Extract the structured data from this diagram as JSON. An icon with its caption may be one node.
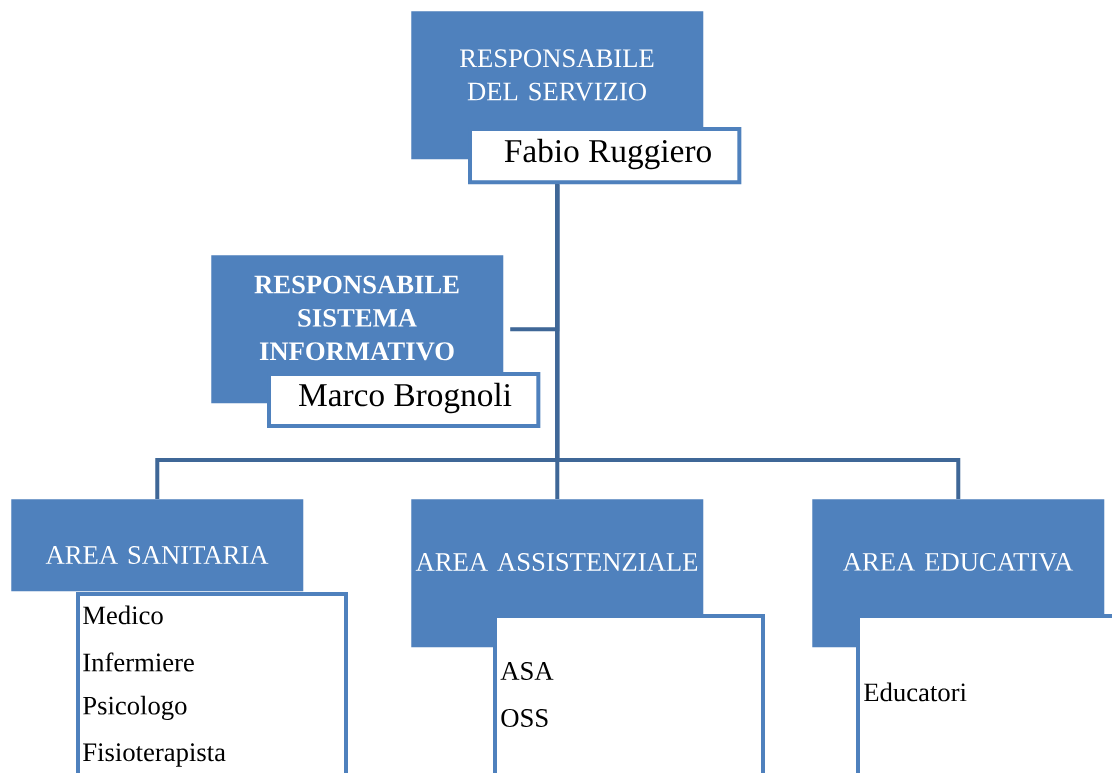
{
  "diagram": {
    "nodes": [
      {
        "text": [
          "RESPONSABILE DEL SERVIZIO"
        ]
      },
      {
        "text": [
          "Fabio Ruggiero"
        ]
      },
      {
        "text": [
          "RESPONSABILE SISTEMA INFORMATIVO"
        ]
      },
      {
        "text": [
          "Marco Brognoli"
        ]
      },
      {
        "text": [
          "AREA SANITARIA"
        ]
      },
      {
        "text": [
          "Medico",
          "Infermiere",
          "Psicologo",
          "Fisioterapista"
        ]
      },
      {
        "text": [
          "AREA ASSISTENZIALE"
        ]
      },
      {
        "text": [
          "ASA",
          "OSS"
        ]
      },
      {
        "text": [
          "AREA EDUCATIVA"
        ]
      },
      {
        "text": [
          "Educatori"
        ]
      }
    ],
    "edges": [
      {
        "from": 1,
        "to": 2,
        "arrow": "none"
      },
      {
        "from": 1,
        "to": 4,
        "arrow": "none"
      },
      {
        "from": 1,
        "to": 6,
        "arrow": "none"
      },
      {
        "from": 1,
        "to": 8,
        "arrow": "none"
      }
    ]
  }
}
